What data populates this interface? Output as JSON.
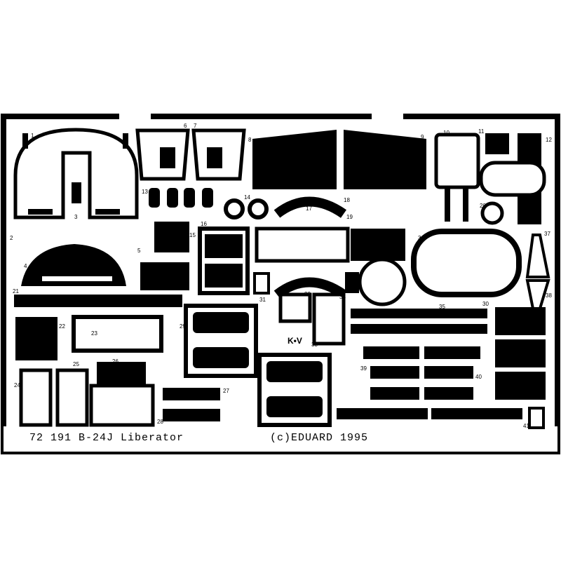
{
  "fret": {
    "footer_left": "72 191  B-24J Liberator",
    "footer_right": "(c)EDUARD 1995",
    "mark": "K•V",
    "part_numbers": [
      "1",
      "2",
      "3",
      "4",
      "5",
      "6",
      "7",
      "8",
      "9",
      "10",
      "11",
      "12",
      "13",
      "14",
      "15",
      "16",
      "17",
      "18",
      "19",
      "20",
      "21",
      "22",
      "23",
      "24",
      "25",
      "26",
      "27",
      "28",
      "29",
      "30",
      "31",
      "32",
      "33",
      "34",
      "35",
      "36",
      "37",
      "38",
      "39",
      "40",
      "41"
    ],
    "colors": {
      "metal": "#000000",
      "background": "#ffffff"
    }
  }
}
